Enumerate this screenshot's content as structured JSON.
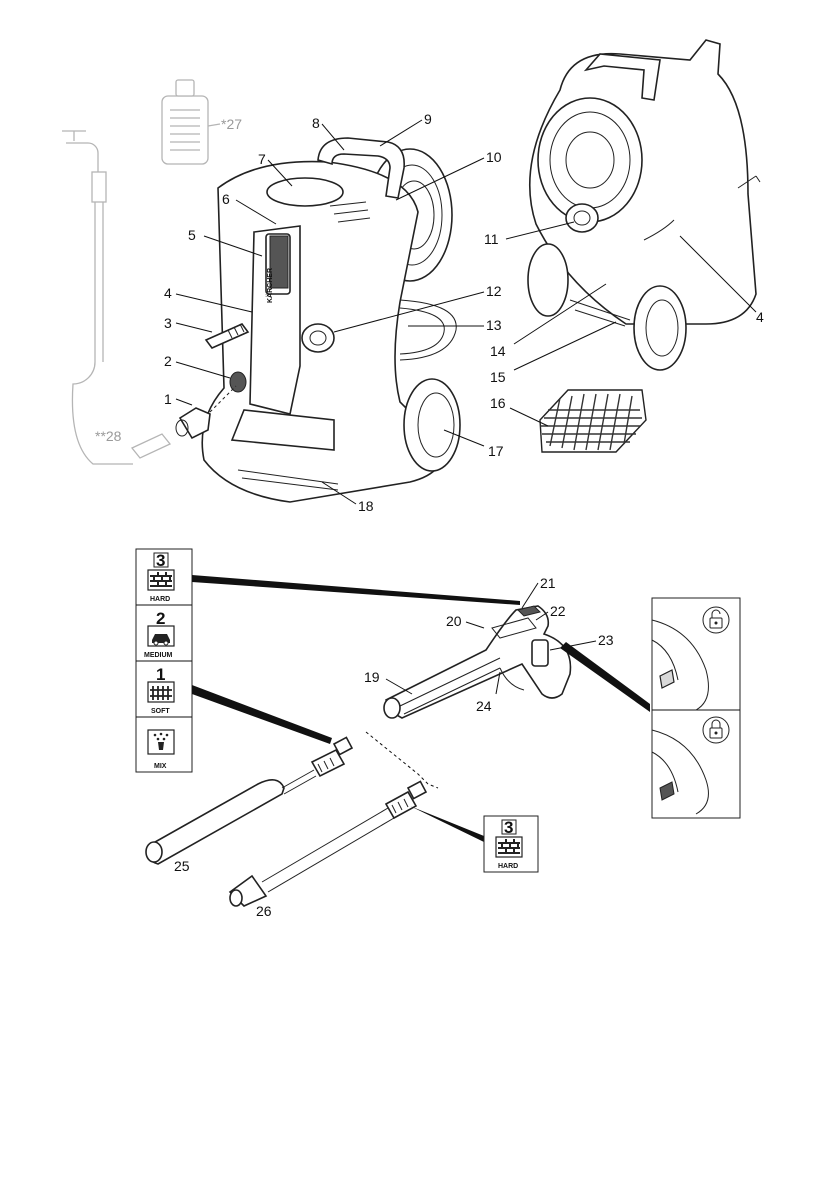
{
  "callouts": {
    "c1": "1",
    "c2": "2",
    "c3": "3",
    "c4": "4",
    "c4b": "4",
    "c5": "5",
    "c6": "6",
    "c7": "7",
    "c8": "8",
    "c9": "9",
    "c10": "10",
    "c11": "11",
    "c12": "12",
    "c13": "13",
    "c14": "14",
    "c15": "15",
    "c16": "16",
    "c17": "17",
    "c18": "18",
    "c19": "19",
    "c20": "20",
    "c21": "21",
    "c22": "22",
    "c23": "23",
    "c24": "24",
    "c25": "25",
    "c26": "26",
    "c27": "*27",
    "c28": "**28"
  },
  "modes": [
    {
      "number": "3",
      "label": "HARD",
      "icon": "brick-wall-icon"
    },
    {
      "number": "2",
      "label": "MEDIUM",
      "icon": "car-icon"
    },
    {
      "number": "1",
      "label": "SOFT",
      "icon": "fence-icon"
    },
    {
      "number": "",
      "label": "MIX",
      "icon": "detergent-spray-icon"
    }
  ],
  "nozzle_badge": {
    "number": "3",
    "label": "HARD",
    "icon": "brick-wall-icon"
  },
  "brand_text": "KÄRCHER",
  "lock_icons": [
    "lock-open-icon",
    "lock-closed-icon"
  ]
}
